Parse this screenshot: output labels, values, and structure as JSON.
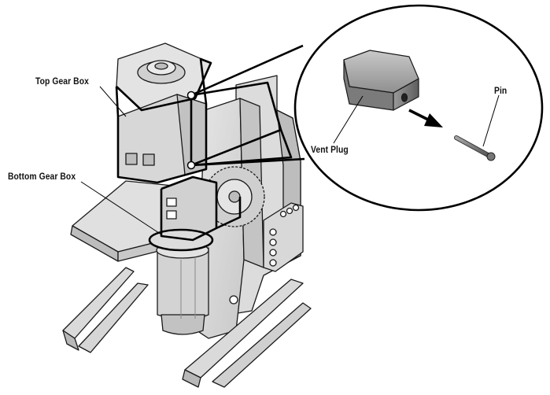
{
  "labels": {
    "top_gear_box": "Top Gear Box",
    "bottom_gear_box": "Bottom Gear Box",
    "vent_plug": "Vent Plug",
    "pin": "Pin"
  },
  "colors": {
    "body_fill": "#d9d9d9",
    "body_shade": "#bdbdbd",
    "outline": "#1a1a1a",
    "highlight": "#000000",
    "plug_top": "#b8b8b8",
    "plug_front": "#7d7d7d",
    "pin": "#8a8a8a"
  }
}
